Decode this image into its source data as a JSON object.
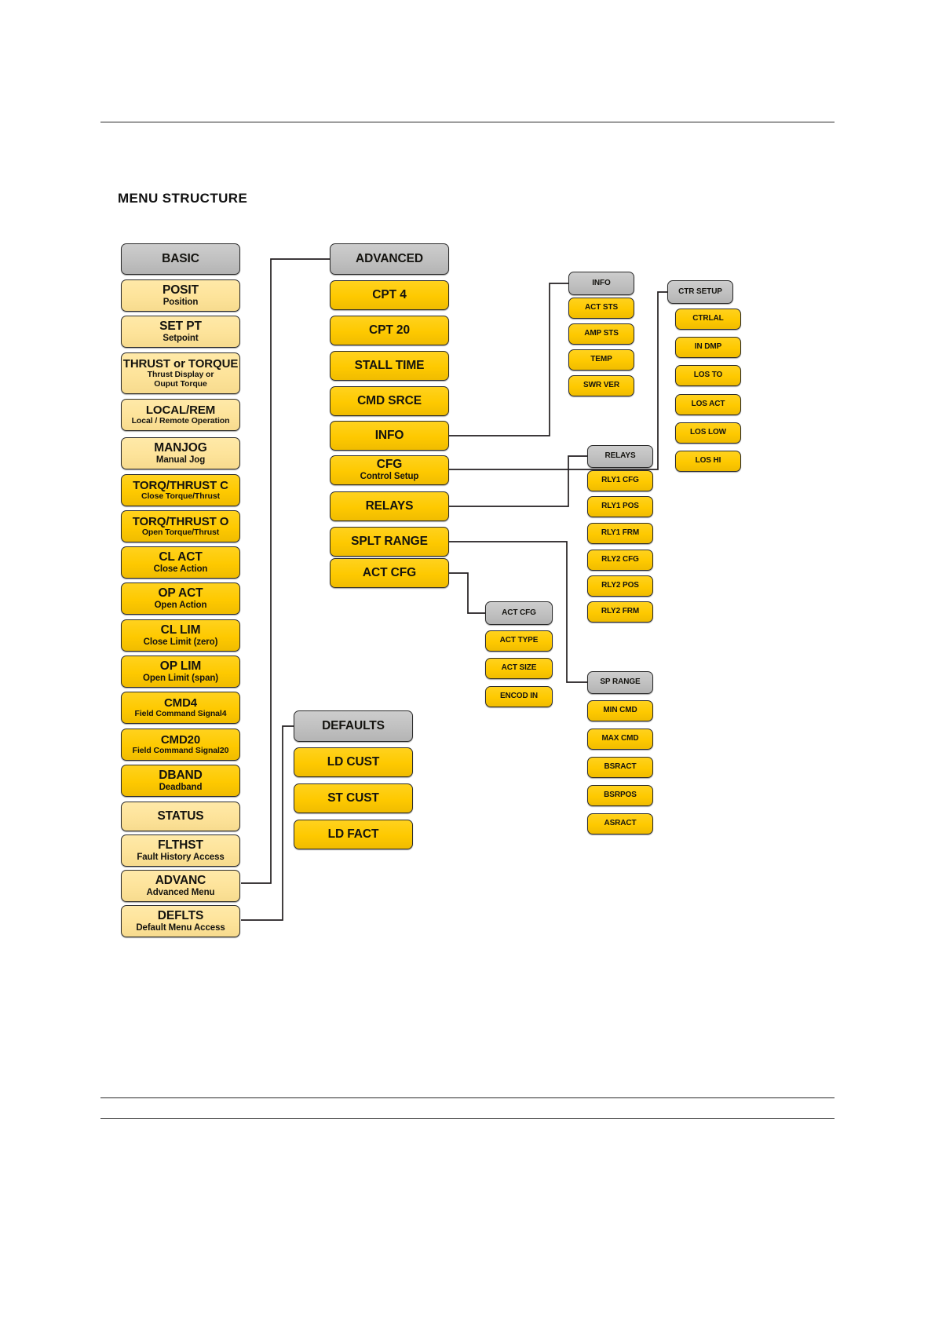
{
  "page": {
    "title": "MENU STRUCTURE"
  },
  "colors": {
    "header_grey": "#c0c0c0",
    "gold": "#fec900",
    "pale_yellow": "#fde39a",
    "outline": "#2b2b2b",
    "text": "#14130f"
  },
  "columns": {
    "basic": {
      "header": {
        "title": "BASIC",
        "style": "header"
      },
      "items": [
        {
          "title": "POSIT",
          "sub": "Position",
          "style": "pale"
        },
        {
          "title": "SET PT",
          "sub": "Setpoint",
          "style": "pale"
        },
        {
          "title": "THRUST or TORQUE",
          "sub": "Thrust Display or",
          "sub2": "Ouput Torque",
          "style": "pale"
        },
        {
          "title": "LOCAL/REM",
          "sub": "Local / Remote Operation",
          "style": "pale"
        },
        {
          "title": "MANJOG",
          "sub": "Manual Jog",
          "style": "pale"
        },
        {
          "title": "TORQ/THRUST C",
          "sub": "Close Torque/Thrust",
          "style": "gold"
        },
        {
          "title": "TORQ/THRUST O",
          "sub": "Open Torque/Thrust",
          "style": "gold"
        },
        {
          "title": "CL ACT",
          "sub": "Close Action",
          "style": "gold"
        },
        {
          "title": "OP ACT",
          "sub": "Open Action",
          "style": "gold"
        },
        {
          "title": "CL LIM",
          "sub": "Close Limit (zero)",
          "style": "gold"
        },
        {
          "title": "OP LIM",
          "sub": "Open Limit (span)",
          "style": "gold"
        },
        {
          "title": "CMD4",
          "sub": "Field Command Signal4",
          "style": "gold"
        },
        {
          "title": "CMD20",
          "sub": "Field Command Signal20",
          "style": "gold"
        },
        {
          "title": "DBAND",
          "sub": "Deadband",
          "style": "gold"
        },
        {
          "title": "STATUS",
          "sub": "",
          "style": "pale"
        },
        {
          "title": "FLTHST",
          "sub": "Fault History Access",
          "style": "pale"
        },
        {
          "title": "ADVANC",
          "sub": "Advanced Menu",
          "style": "pale"
        },
        {
          "title": "DEFLTS",
          "sub": "Default Menu Access",
          "style": "pale"
        }
      ]
    },
    "advanced": {
      "header": {
        "title": "ADVANCED",
        "style": "header"
      },
      "items": [
        {
          "title": "CPT 4",
          "sub": "",
          "style": "gold"
        },
        {
          "title": "CPT 20",
          "sub": "",
          "style": "gold"
        },
        {
          "title": "STALL TIME",
          "sub": "",
          "style": "gold"
        },
        {
          "title": "CMD SRCE",
          "sub": "",
          "style": "gold"
        },
        {
          "title": "INFO",
          "sub": "",
          "style": "gold"
        },
        {
          "title": "CFG",
          "sub": "Control Setup",
          "style": "gold"
        },
        {
          "title": "RELAYS",
          "sub": "",
          "style": "gold"
        },
        {
          "title": "SPLT RANGE",
          "sub": "",
          "style": "gold"
        },
        {
          "title": "ACT CFG",
          "sub": "",
          "style": "gold"
        }
      ]
    },
    "defaults": {
      "header": {
        "title": "DEFAULTS",
        "style": "header"
      },
      "items": [
        {
          "title": "LD CUST",
          "style": "gold"
        },
        {
          "title": "ST CUST",
          "style": "gold"
        },
        {
          "title": "LD  FACT",
          "style": "gold"
        }
      ]
    },
    "info": {
      "header": {
        "title": "INFO",
        "style": "header"
      },
      "items": [
        {
          "title": "ACT STS",
          "style": "gold"
        },
        {
          "title": "AMP STS",
          "style": "gold"
        },
        {
          "title": "TEMP",
          "style": "gold"
        },
        {
          "title": "SWR VER",
          "style": "gold"
        }
      ]
    },
    "ctr_setup": {
      "header": {
        "title": "CTR SETUP",
        "style": "header"
      },
      "items": [
        {
          "title": "CTRLAL",
          "style": "gold"
        },
        {
          "title": "IN DMP",
          "style": "gold"
        },
        {
          "title": "LOS TO",
          "style": "gold"
        },
        {
          "title": "LOS ACT",
          "style": "gold"
        },
        {
          "title": "LOS LOW",
          "style": "gold"
        },
        {
          "title": "LOS HI",
          "style": "gold"
        }
      ]
    },
    "relays": {
      "header": {
        "title": "RELAYS",
        "style": "header"
      },
      "items": [
        {
          "title": "RLY1 CFG",
          "style": "gold"
        },
        {
          "title": "RLY1 POS",
          "style": "gold"
        },
        {
          "title": "RLY1 FRM",
          "style": "gold"
        },
        {
          "title": "RLY2 CFG",
          "style": "gold"
        },
        {
          "title": "RLY2 POS",
          "style": "gold"
        },
        {
          "title": "RLY2 FRM",
          "style": "gold"
        }
      ]
    },
    "sp_range": {
      "header": {
        "title": "SP RANGE",
        "style": "header"
      },
      "items": [
        {
          "title": "MIN CMD",
          "style": "gold"
        },
        {
          "title": "MAX CMD",
          "style": "gold"
        },
        {
          "title": "BSRACT",
          "style": "gold"
        },
        {
          "title": "BSRPOS",
          "style": "gold"
        },
        {
          "title": "ASRACT",
          "style": "gold"
        }
      ]
    },
    "act_cfg": {
      "header": {
        "title": "ACT CFG",
        "style": "header"
      },
      "items": [
        {
          "title": "ACT TYPE",
          "style": "gold"
        },
        {
          "title": "ACT SIZE",
          "style": "gold"
        },
        {
          "title": "ENCOD IN",
          "style": "gold"
        }
      ]
    }
  },
  "connections": [
    {
      "from": "basic.advanc",
      "to": "advanced.header"
    },
    {
      "from": "basic.deflts",
      "to": "defaults.header"
    },
    {
      "from": "advanced.info",
      "to": "info.header"
    },
    {
      "from": "advanced.cfg",
      "to": "ctr_setup.header"
    },
    {
      "from": "advanced.relays",
      "to": "relays.header"
    },
    {
      "from": "advanced.splt",
      "to": "sp_range.header"
    },
    {
      "from": "advanced.actcfg",
      "to": "act_cfg.header"
    }
  ]
}
